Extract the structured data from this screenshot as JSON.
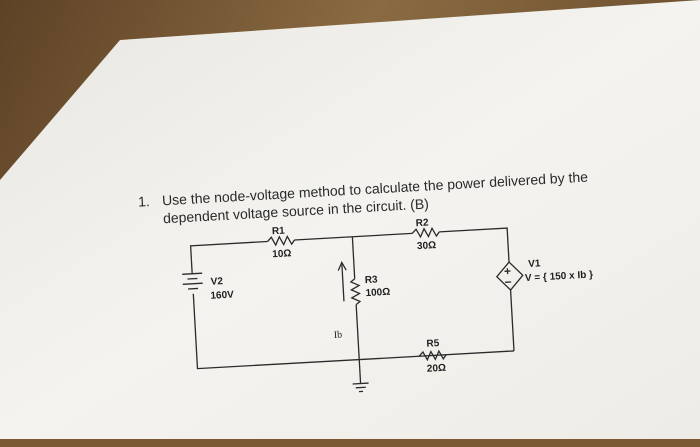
{
  "question": {
    "number": "1.",
    "line1": "Use the node-voltage method to calculate the power delivered by the",
    "line2": "dependent voltage source in the circuit. (B)"
  },
  "circuit": {
    "R1": {
      "name": "R1",
      "value": "10Ω"
    },
    "R2": {
      "name": "R2",
      "value": "30Ω"
    },
    "R3": {
      "name": "R3",
      "value": "100Ω"
    },
    "R5": {
      "name": "R5",
      "value": "20Ω"
    },
    "V2": {
      "name": "V2",
      "value": "160V"
    },
    "V1": {
      "name": "V1",
      "expression": "V = { 150 x Ib }"
    },
    "current": "Ib"
  },
  "colors": {
    "wood": "#7a5a34",
    "paper": "#f3f1ec",
    "ink": "#2a2a2a"
  }
}
